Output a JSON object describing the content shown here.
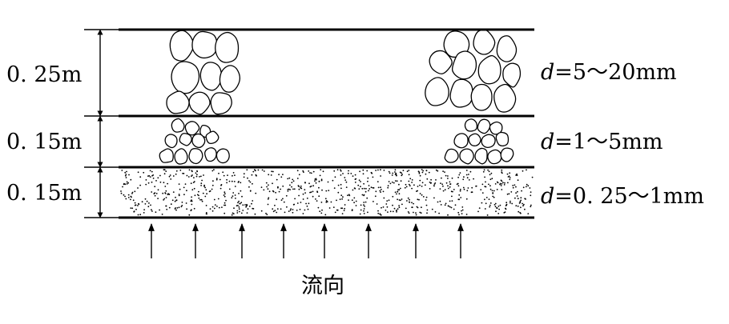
{
  "thickness_labels": [
    "0. 25m",
    "0. 15m",
    "0. 15m"
  ],
  "grain_labels": [
    {
      "symbol": "d",
      "text": "=5～20mm"
    },
    {
      "symbol": "d",
      "text": "=1～5mm"
    },
    {
      "symbol": "d",
      "text": "=0. 25～1mm"
    }
  ],
  "flow_label": "流向",
  "flow_arrow_count": 8,
  "colors": {
    "ink": "#000000",
    "background": "#ffffff"
  }
}
